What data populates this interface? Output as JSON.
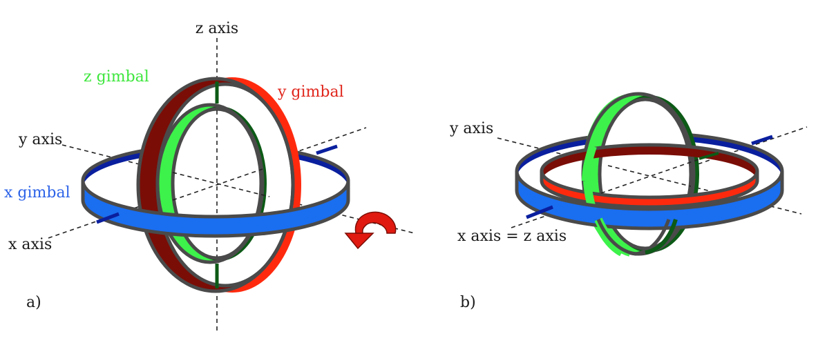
{
  "panel_a": {
    "tag": "a)",
    "labels": {
      "z_axis": "z axis",
      "y_axis": "y axis",
      "x_axis": "x axis",
      "z_gimbal": "z gimbal",
      "y_gimbal": "y gimbal",
      "x_gimbal": "x gimbal"
    }
  },
  "panel_b": {
    "tag": "b)",
    "labels": {
      "y_axis": "y axis",
      "xz_axis": "x axis = z axis"
    }
  },
  "colors": {
    "x_gimbal_front": "#1a6ef0",
    "x_gimbal_back": "#0a1f9e",
    "y_gimbal_front": "#ff2a0e",
    "y_gimbal_back": "#7a0d06",
    "z_gimbal_front": "#3df24a",
    "z_gimbal_back": "#0c5a16",
    "rim": "#4a4a4a",
    "rotation_arrow": "#e01a10"
  }
}
